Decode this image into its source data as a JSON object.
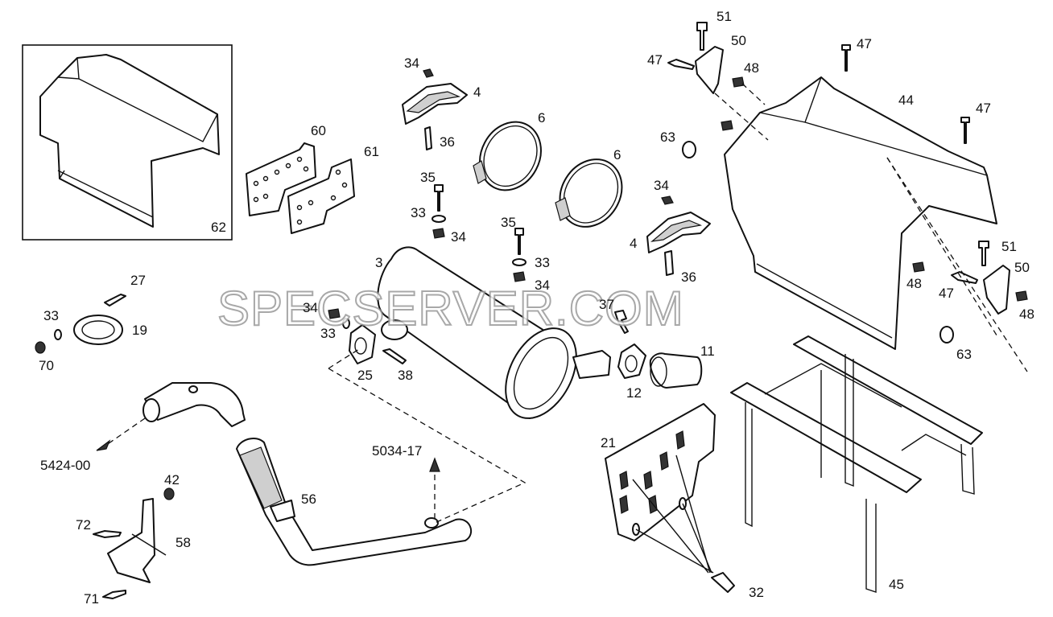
{
  "watermark": "SPECSERVER.COM",
  "labels": {
    "l3": "3",
    "l4a": "4",
    "l4b": "4",
    "l6a": "6",
    "l6b": "6",
    "l11": "11",
    "l12": "12",
    "l19": "19",
    "l21": "21",
    "l25": "25",
    "l27": "27",
    "l32": "32",
    "l33a": "33",
    "l33b": "33",
    "l33c": "33",
    "l33d": "33",
    "l34a": "34",
    "l34b": "34",
    "l34c": "34",
    "l34d": "34",
    "l34e": "34",
    "l35a": "35",
    "l35b": "35",
    "l36a": "36",
    "l36b": "36",
    "l37": "37",
    "l38": "38",
    "l42": "42",
    "l44": "44",
    "l45": "45",
    "l47a": "47",
    "l47b": "47",
    "l47c": "47",
    "l47d": "47",
    "l48a": "48",
    "l48b": "48",
    "l48c": "48",
    "l50a": "50",
    "l50b": "50",
    "l51a": "51",
    "l51b": "51",
    "l56": "56",
    "l58": "58",
    "l60": "60",
    "l61": "61",
    "l62": "62",
    "l63a": "63",
    "l63b": "63",
    "l70": "70",
    "l71": "71",
    "l72": "72",
    "ref5424": "5424-00",
    "ref5034": "5034-17"
  }
}
